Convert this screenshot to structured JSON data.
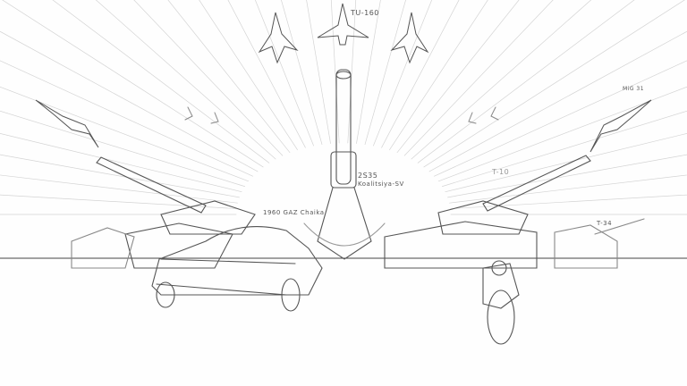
{
  "labels": {
    "bomber": "TU-160",
    "artillery_line1": "2S35",
    "artillery_line2": "Koalitsiya-SV",
    "car": "1960 GAZ Chaika",
    "tank_right": "T-10",
    "tank_far_right": "T-34",
    "jet_right": "MiG 31"
  },
  "colors": {
    "stroke": "#555555",
    "light_stroke": "#cccccc",
    "background": "#fefefe"
  }
}
